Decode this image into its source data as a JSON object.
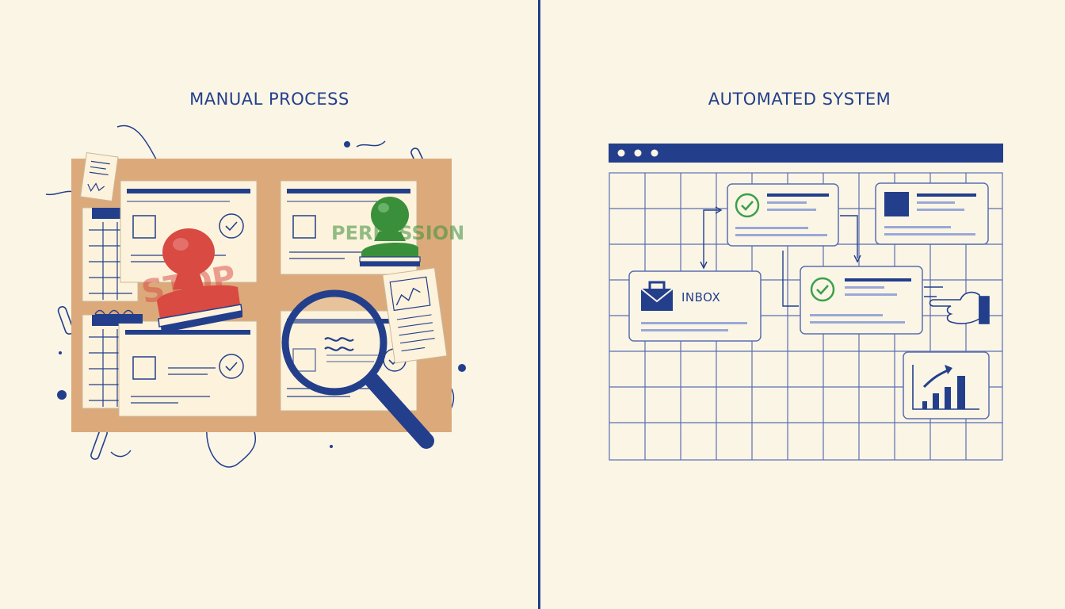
{
  "left_panel": {
    "title": "MANUAL PROCESS",
    "stamp_red_text": "STOP",
    "stamp_green_text": "PERMISSION"
  },
  "right_panel": {
    "title": "AUTOMATED SYSTEM",
    "inbox_label": "INBOX"
  },
  "colors": {
    "background": "#fbf5e6",
    "navy": "#233f8c",
    "cork": "#dcaa7a",
    "paper": "#fdf3dc",
    "stamp_red": "#d84a42",
    "stamp_green": "#3a8f3a",
    "check_green": "#3aa14a"
  }
}
